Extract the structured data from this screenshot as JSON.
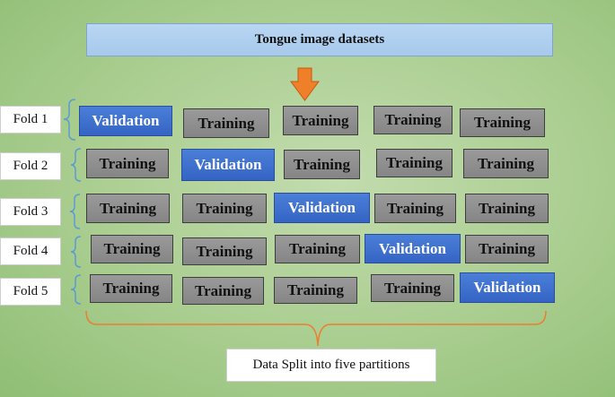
{
  "header": {
    "title": "Tongue image datasets"
  },
  "labels": {
    "training": "Training",
    "validation": "Validation"
  },
  "folds": [
    {
      "label": "Fold 1",
      "validation_index": 0
    },
    {
      "label": "Fold 2",
      "validation_index": 1
    },
    {
      "label": "Fold 3",
      "validation_index": 2
    },
    {
      "label": "Fold 4",
      "validation_index": 3
    },
    {
      "label": "Fold 5",
      "validation_index": 4
    }
  ],
  "caption": "Data Split into five partitions",
  "colors": {
    "training": "#8f8f8f",
    "validation": "#3d6fd0",
    "arrow": "#f07f2a",
    "bracket": "#5b9bd5",
    "bottom_brace": "#ed7d31"
  }
}
